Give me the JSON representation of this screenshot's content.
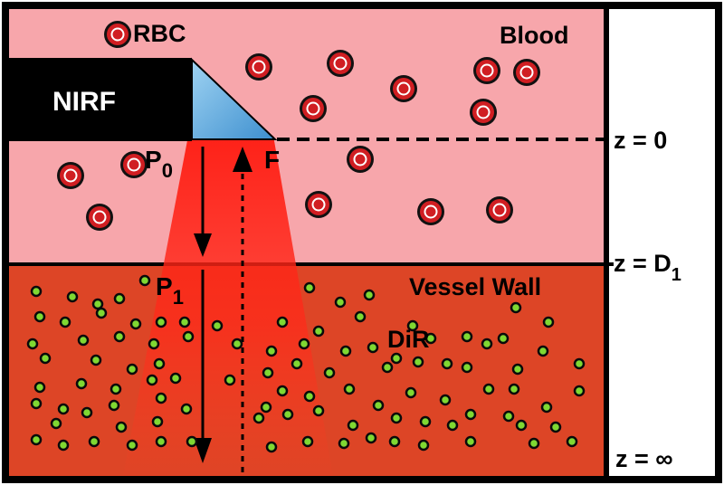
{
  "labels": {
    "rbc": "RBC",
    "blood": "Blood",
    "nirf": "NIRF",
    "p0_main": "P",
    "p0_sub": "0",
    "f": "F",
    "p1_main": "P",
    "p1_sub": "1",
    "vessel_wall": "Vessel Wall",
    "dir": "DiR",
    "z0": "z = 0",
    "zd1_main": "z = D",
    "zd1_sub": "1",
    "zinf": "z = ∞"
  },
  "colors": {
    "blood": "#f7a6ab",
    "vessel_wall": "#dd4526",
    "probe": "#000000",
    "prism": "#6fb6e0",
    "beam": "#ff2a1a",
    "rbc": "#d01e22",
    "dir_particle": "#7fd832",
    "white_panel": "#ffffff"
  },
  "icons": {
    "rbc": "red-blood-cell-icon",
    "dir": "green-dye-particle-icon"
  }
}
